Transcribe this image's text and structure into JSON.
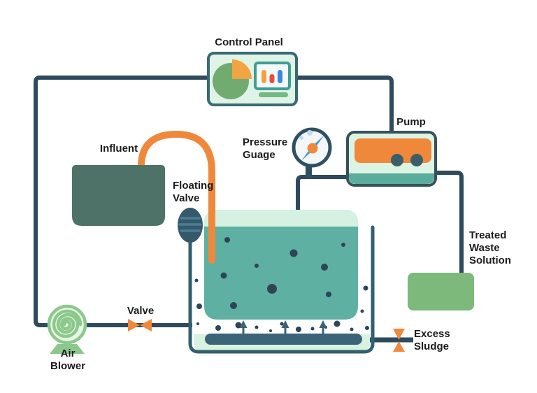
{
  "labels": {
    "control_panel": "Control Panel",
    "pump": "Pump",
    "pressure_gauge": "Pressure Guage",
    "influent": "Influent",
    "floating_valve": "Floating Valve",
    "treated_waste_solution": "Treated Waste Solution",
    "air_blower": "Air Blower",
    "valve": "Valve",
    "excess_sludge": "Excess Sludge"
  },
  "icons": {
    "control_panel": [
      "pie-chart-icon",
      "bar-chart-monitor-icon"
    ],
    "pressure_gauge": "gauge-dial-icon",
    "air_blower": "spiral-fan-icon",
    "pipe_valve": "bowtie-valve-icon",
    "sludge_valve": "hourglass-valve-icon",
    "floating_valve": "float-ball-icon"
  },
  "colors": {
    "pipe_dark": "#2e4a5e",
    "tank_wall": "#33606e",
    "headspace": "#d5f1e1",
    "tank_bottom": "#d8f2e2",
    "liquid": "#5eb1a2",
    "dot": "#2e4457",
    "arrow": "#3a6374",
    "diffuser": "#3c6377",
    "orange": "#f0883c",
    "influent": "#4e7168",
    "valve_dark": "#35596b",
    "valve_stripe": "#4a7d94",
    "panel_bg": "#dff3e6",
    "panel_border": "#386a74",
    "pie_green": "#72ab70",
    "pie_orange": "#f2a343",
    "monitor_bg": "#f4f9fc",
    "monitor_border": "#3f9e94",
    "bar_orange": "#f5a03c",
    "bar_red": "#e84c3d",
    "bar_blue": "#3e86df",
    "strip_green": "#74b885",
    "pump_bg": "#ddf3e3",
    "pump_border": "#36525c",
    "pump_strip": "#5aac9c",
    "pump_circle": "#3a5f6b",
    "gauge_ring": "#2f4f63",
    "gauge_face": "#f3f7fa",
    "needle_blue": "#3f9ddb",
    "gauge_dot": "#bcdcf0",
    "blower_green": "#8cc88c",
    "blower_fill": "#e6f7e4",
    "treated": "#7cb97b",
    "text": "#1c1c1e"
  }
}
